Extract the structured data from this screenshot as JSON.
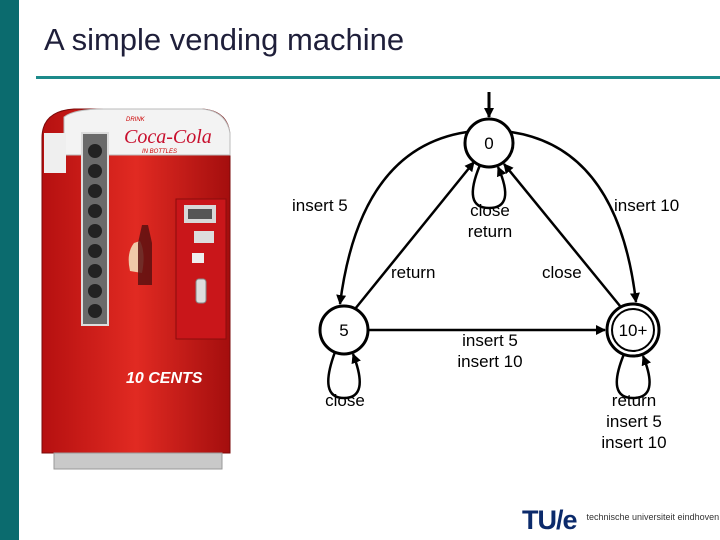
{
  "slide": {
    "title": "A simple vending machine"
  },
  "machine_image": {
    "brand": "Coca-Cola",
    "drink_label": "DRINK",
    "bottles_label": "IN BOTTLES",
    "price_label": "10 CENTS"
  },
  "diagram": {
    "states": [
      {
        "id": "s0",
        "label": "0"
      },
      {
        "id": "s5",
        "label": "5"
      },
      {
        "id": "s10",
        "label": "10+"
      }
    ],
    "labels": {
      "t0_insert5": "insert 5",
      "t0_insert10": "insert 10",
      "self0_line1": "close",
      "self0_line2": "return",
      "t5_return": "return",
      "t10_close": "close",
      "t5_10_line1": "insert 5",
      "t5_10_line2": "insert 10",
      "self5": "close",
      "self10_line1": "return",
      "self10_line2": "insert 5",
      "self10_line3": "insert 10"
    }
  },
  "footer": {
    "logo_mark": "TU/e",
    "logo_text": "technische universiteit eindhoven"
  }
}
